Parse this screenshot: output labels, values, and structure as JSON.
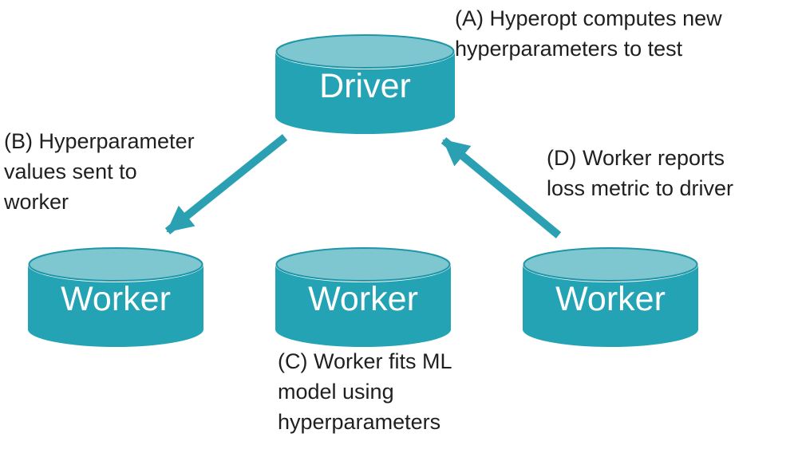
{
  "diagram": {
    "colors": {
      "cylinder_body": "#23A3B4",
      "cylinder_top": "#7EC6D0",
      "cylinder_outline": "#1F96A8",
      "arrow": "#2AA0B2",
      "annotation_text": "#1F1F1F",
      "label_text": "#FFFFFF",
      "background": "#FFFFFF"
    },
    "nodes": {
      "driver": {
        "label": "Driver"
      },
      "worker_left": {
        "label": "Worker"
      },
      "worker_center": {
        "label": "Worker"
      },
      "worker_right": {
        "label": "Worker"
      }
    },
    "annotations": {
      "a": {
        "lines": [
          "(A) Hyperopt computes new",
          "hyperparameters to test"
        ]
      },
      "b": {
        "lines": [
          "(B) Hyperparameter",
          "values sent to",
          "worker"
        ]
      },
      "c": {
        "lines": [
          "(C) Worker fits ML",
          "model using",
          "hyperparameters"
        ]
      },
      "d": {
        "lines": [
          "(D) Worker reports",
          "loss metric to driver"
        ]
      }
    }
  }
}
